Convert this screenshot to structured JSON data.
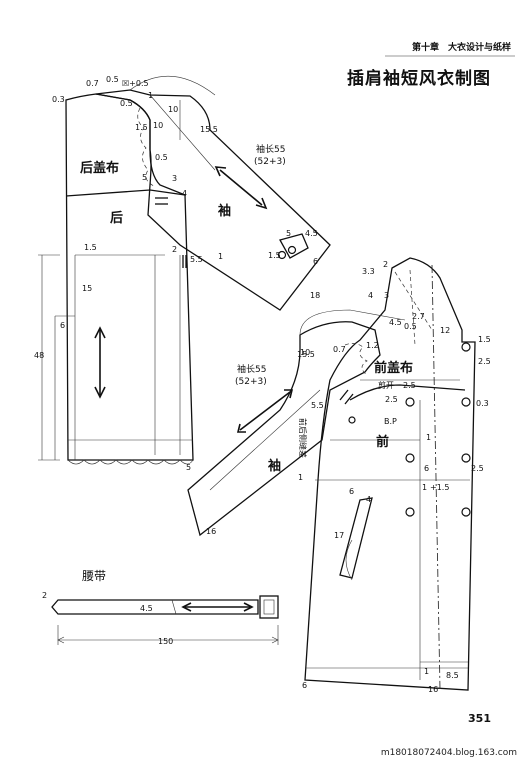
{
  "header": {
    "chapter": "第十章　大衣设计与纸样",
    "title": "插肩袖短风衣制图"
  },
  "back": {
    "labels": {
      "yoke": "后盖布",
      "body": "后",
      "sleeve": "袖"
    },
    "sleeve_length": "袖长55",
    "sleeve_length_sub": "(52+3)",
    "measures": {
      "m0_7": "0.7",
      "m0_5a": "0.5",
      "m_ratio": "☒+0.5",
      "m0_3": "0.3",
      "m1": "1",
      "m10a": "10",
      "m10b": "10",
      "m0_5b": "0.5",
      "m1_5a": "1.5",
      "m15_5": "15.5",
      "m0_5c": "0.5",
      "m5a": "5",
      "m3": "3",
      "m4": "4",
      "m2": "2",
      "m5_5": "5.5",
      "m1b": "1",
      "m1_5b": "1.5",
      "m15": "15",
      "m6": "6",
      "m48": "48",
      "m5b": "5",
      "m5c": "5",
      "m4_5": "4.5",
      "m1_5c": "1.5",
      "m6b": "6",
      "m18": "18"
    }
  },
  "front": {
    "labels": {
      "yoke": "前盖布",
      "body": "前",
      "sleeve": "袖",
      "opening": "剪开",
      "bp": "B.P",
      "dart_note": "前后侧缝差"
    },
    "sleeve_length": "袖长55",
    "sleeve_length_sub": "(52+3)",
    "measures": {
      "m3_3": "3.3",
      "m2": "2",
      "m4": "4",
      "m2_7": "2.7",
      "m4_5": "4.5",
      "m0_5": "0.5",
      "m12": "12",
      "m1_5": "1.5",
      "m2_5a": "2.5",
      "m0_3": "0.3",
      "m2_5b": "2.5",
      "m0_7": "0.7",
      "m1_2": "1.2",
      "m2_5c": "2.5",
      "m2_5d": "2.5",
      "m15_5": "15.5",
      "m5_5": "5.5",
      "m10": "10",
      "m1a": "1",
      "m1b": "1",
      "m6": "6",
      "m1_5b": "+1.5",
      "m1c": "1",
      "m6b": "6",
      "m4b": "4",
      "m17": "17",
      "m16a": "16",
      "m1d": "1",
      "m8_5": "8.5",
      "m16b": "16",
      "m6c": "6",
      "m3": "3"
    }
  },
  "belt": {
    "label": "腰带",
    "width": "4.5",
    "length": "150",
    "tip": "2"
  },
  "page_number": "351",
  "watermark": "m18018072404.blog.163.com"
}
